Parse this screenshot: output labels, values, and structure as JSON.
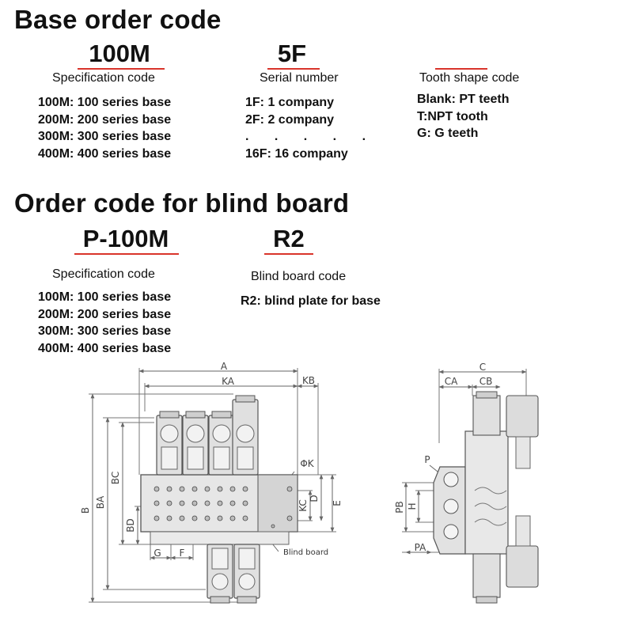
{
  "base": {
    "title": "Base order code",
    "parts": [
      {
        "code": "100M",
        "label": "Specification code",
        "items": [
          "100M: 100 series base",
          "200M: 200 series base",
          "300M: 300 series base",
          "400M: 400 series base"
        ]
      },
      {
        "code": "5F",
        "label": "Serial number",
        "items": [
          "1F: 1 company",
          "2F: 2 company",
          ". . . . .",
          "16F: 16 company"
        ]
      },
      {
        "code": "",
        "label": "Tooth shape code",
        "items": [
          "Blank: PT teeth",
          "T:NPT tooth",
          "G: G teeth"
        ]
      }
    ]
  },
  "blind": {
    "title": "Order code for blind board",
    "parts": [
      {
        "code": "P-100M",
        "label": "Specification code",
        "items": [
          "100M: 100 series base",
          "200M: 200 series base",
          "300M: 300 series base",
          "400M: 400 series base"
        ]
      },
      {
        "code": "R2",
        "label": "Blind board code",
        "items": [
          "R2: blind plate for base"
        ]
      }
    ]
  },
  "drawing": {
    "front": {
      "labels": {
        "A": "A",
        "KA": "KA",
        "KB": "KB",
        "B": "B",
        "BA": "BA",
        "BC": "BC",
        "BD": "BD",
        "K": "ΦK",
        "KC": "KC",
        "D": "D",
        "E": "E",
        "G": "G",
        "F": "F"
      },
      "callout": "Blind board"
    },
    "side": {
      "labels": {
        "C": "C",
        "CA": "CA",
        "CB": "CB",
        "P": "P",
        "PB": "PB",
        "H": "H",
        "PA": "PA"
      }
    }
  }
}
